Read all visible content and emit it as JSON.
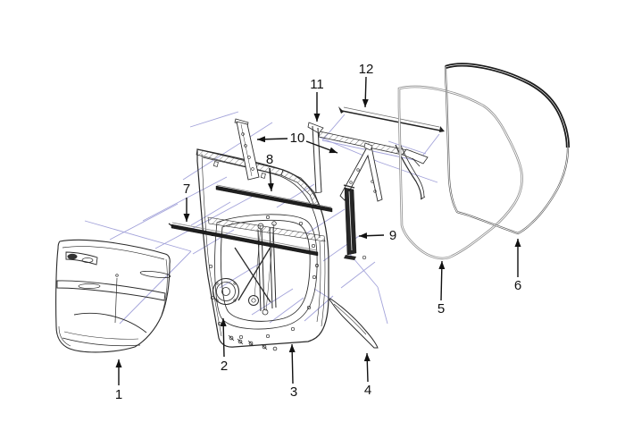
{
  "callouts": [
    {
      "label": "1"
    },
    {
      "label": "2"
    },
    {
      "label": "3"
    },
    {
      "label": "4"
    },
    {
      "label": "5"
    },
    {
      "label": "6"
    },
    {
      "label": "7"
    },
    {
      "label": "8"
    },
    {
      "label": "9"
    },
    {
      "label": "10"
    },
    {
      "label": "11"
    },
    {
      "label": "12"
    }
  ],
  "colors": {
    "line": "#2b2b2b",
    "dark_part": "#1f1f1f",
    "light_part": "#8e8e8e",
    "projection_line": "#a3a3da",
    "label_text": "#111111",
    "background": "#ffffff"
  }
}
